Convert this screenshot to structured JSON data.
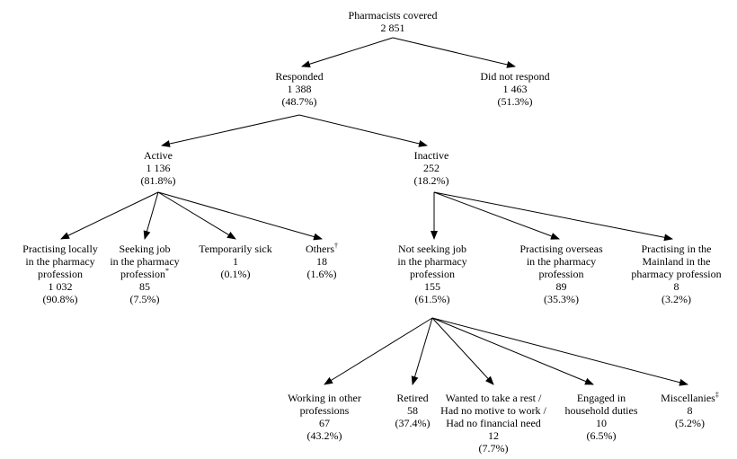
{
  "nodes": {
    "covered": {
      "label": "Pharmacists covered",
      "count": "2 851"
    },
    "responded": {
      "label": "Responded",
      "count": "1 388",
      "pct": "(48.7%)"
    },
    "no_resp": {
      "label": "Did not respond",
      "count": "1 463",
      "pct": "(51.3%)"
    },
    "active": {
      "label": "Active",
      "count": "1 136",
      "pct": "(81.8%)"
    },
    "inactive": {
      "label": "Inactive",
      "count": "252",
      "pct": "(18.2%)"
    },
    "local": {
      "line1": "Practising locally",
      "line2": "in the pharmacy",
      "line3": "profession",
      "count": "1 032",
      "pct": "(90.8%)"
    },
    "seeking": {
      "line1": "Seeking job",
      "line2": "in the pharmacy",
      "line3": "profession",
      "mark": "*",
      "count": "85",
      "pct": "(7.5%)"
    },
    "sick": {
      "label": "Temporarily sick",
      "count": "1",
      "pct": "(0.1%)"
    },
    "others": {
      "label": "Others",
      "mark": "†",
      "count": "18",
      "pct": "(1.6%)"
    },
    "notseek": {
      "line1": "Not seeking job",
      "line2": "in the pharmacy",
      "line3": "profession",
      "count": "155",
      "pct": "(61.5%)"
    },
    "overseas": {
      "line1": "Practising overseas",
      "line2": "in the pharmacy",
      "line3": "profession",
      "count": "89",
      "pct": "(35.3%)"
    },
    "mainland": {
      "line1": "Practising in the",
      "line2": "Mainland in the",
      "line3": "pharmacy profession",
      "count": "8",
      "pct": "(3.2%)"
    },
    "otherprof": {
      "line1": "Working in other",
      "line2": "professions",
      "count": "67",
      "pct": "(43.2%)"
    },
    "retired": {
      "label": "Retired",
      "count": "58",
      "pct": "(37.4%)"
    },
    "rest": {
      "line1": "Wanted to take a rest /",
      "line2": "Had no motive to work /",
      "line3": "Had no financial need",
      "count": "12",
      "pct": "(7.7%)"
    },
    "household": {
      "line1": "Engaged in",
      "line2": "household duties",
      "count": "10",
      "pct": "(6.5%)"
    },
    "misc": {
      "label": "Miscellanies",
      "mark": "‡",
      "count": "8",
      "pct": "(5.2%)"
    }
  }
}
